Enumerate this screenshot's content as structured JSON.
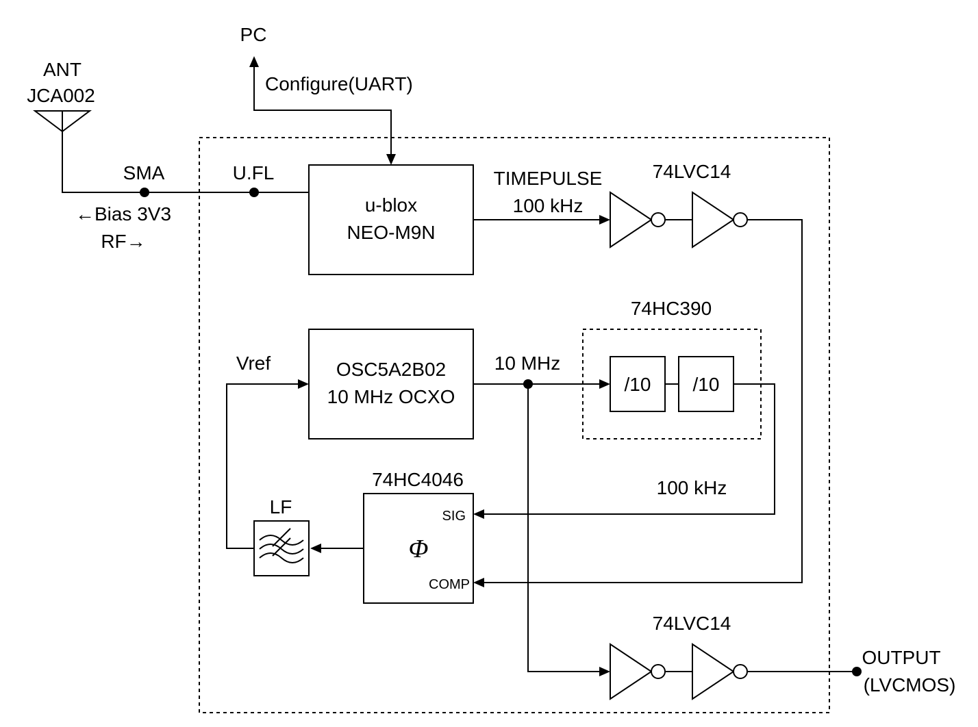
{
  "antenna": {
    "name": "ANT",
    "part": "JCA002"
  },
  "pc_label": "PC",
  "configure_label": "Configure(UART)",
  "sma_label": "SMA",
  "ufl_label": "U.FL",
  "bias_label": "←Bias 3V3",
  "rf_label": "RF→",
  "gnss": {
    "line1": "u-blox",
    "line2": "NEO-M9N"
  },
  "timepulse": {
    "line1": "TIMEPULSE",
    "line2": "100 kHz"
  },
  "buffer_top_label": "74LVC14",
  "divider_group_label": "74HC390",
  "divider1": "/10",
  "divider2": "/10",
  "ocxo": {
    "line1": "OSC5A2B02",
    "line2": "10 MHz OCXO"
  },
  "vref_label": "Vref",
  "freq_10mhz_label": "10 MHz",
  "freq_100khz_label": "100 kHz",
  "pd": {
    "title": "74HC4046",
    "sig": "SIG",
    "comp": "COMP",
    "symbol": "Φ"
  },
  "lf_label": "LF",
  "buffer_bottom_label": "74LVC14",
  "output": {
    "line1": "OUTPUT",
    "line2": "(LVCMOS)"
  }
}
